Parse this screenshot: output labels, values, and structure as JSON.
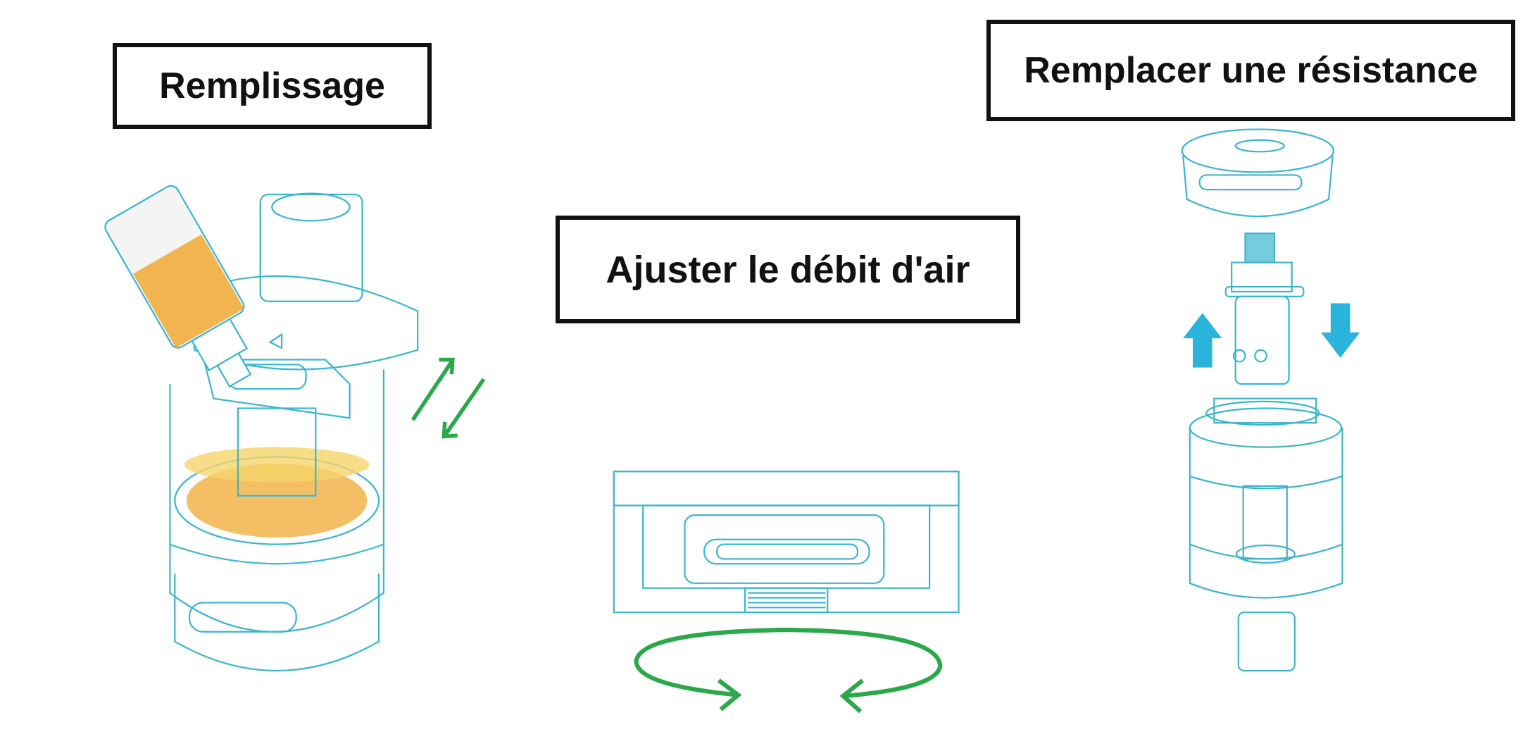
{
  "labels": {
    "filling": "Remplissage",
    "airflow": "Ajuster le débit d'air",
    "coil": "Remplacer une résistance"
  },
  "colors": {
    "line": "#39b6cf",
    "liquid": "#f0a830",
    "arrow_green": "#2aa84a",
    "arrow_blue": "#2ab4dc"
  }
}
